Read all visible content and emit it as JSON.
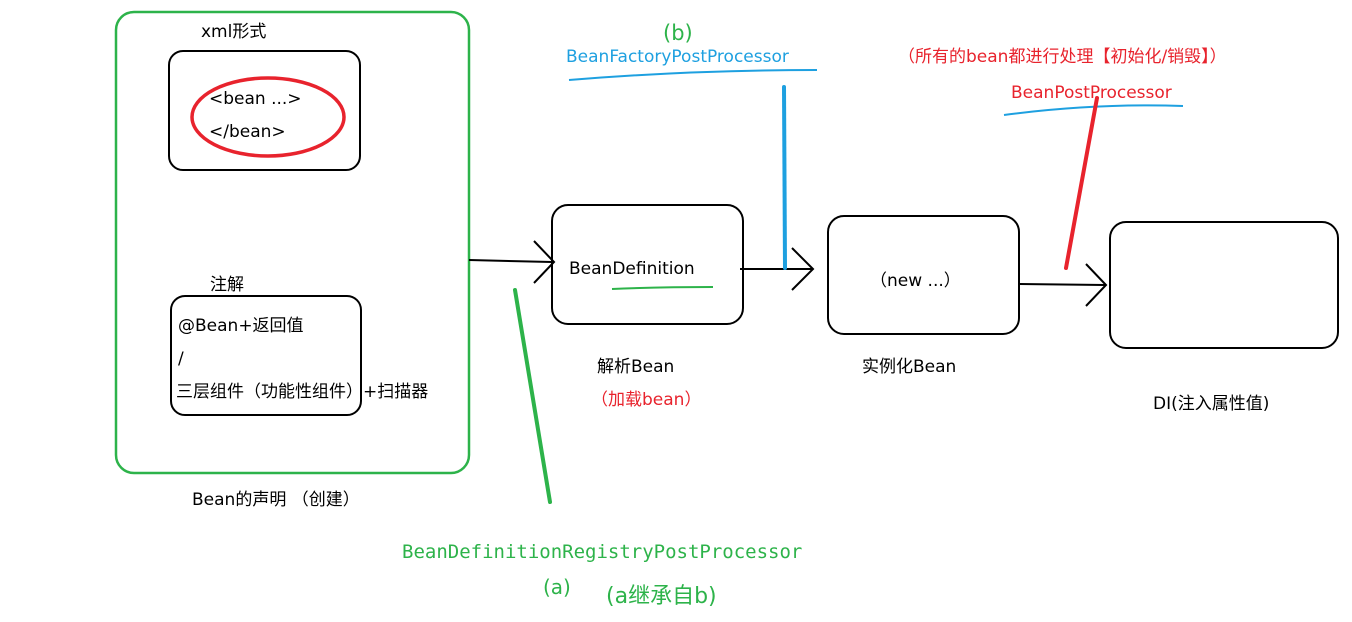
{
  "declaration": {
    "xml_title": "xml形式",
    "xml_line1": "<bean ...>",
    "xml_line2": "</bean>",
    "annotation_title": "注解",
    "annotation_line1": "@Bean+返回值",
    "annotation_line2": "/",
    "annotation_line3": "三层组件（功能性组件）+扫描器",
    "caption": "Bean的声明 （创建）"
  },
  "bean_definition": {
    "label": "BeanDefinition",
    "caption": "解析Bean",
    "caption_note": "（加载bean）"
  },
  "instantiation": {
    "label": "（new ...）",
    "caption": "实例化Bean"
  },
  "di": {
    "caption": "DI(注入属性值)"
  },
  "factory_post_processor": {
    "tag": "(b)",
    "name": "BeanFactoryPostProcessor"
  },
  "bean_post_processor": {
    "note": "（所有的bean都进行处理【初始化/销毁】）",
    "name": "BeanPostProcessor"
  },
  "registry_post_processor": {
    "name": "BeanDefinitionRegistryPostProcessor",
    "tag": "(a)",
    "relation": "(a继承自b)"
  },
  "colors": {
    "green": "#2db34a",
    "blue": "#1ea0e0",
    "red": "#e8232d",
    "black": "#000000"
  }
}
